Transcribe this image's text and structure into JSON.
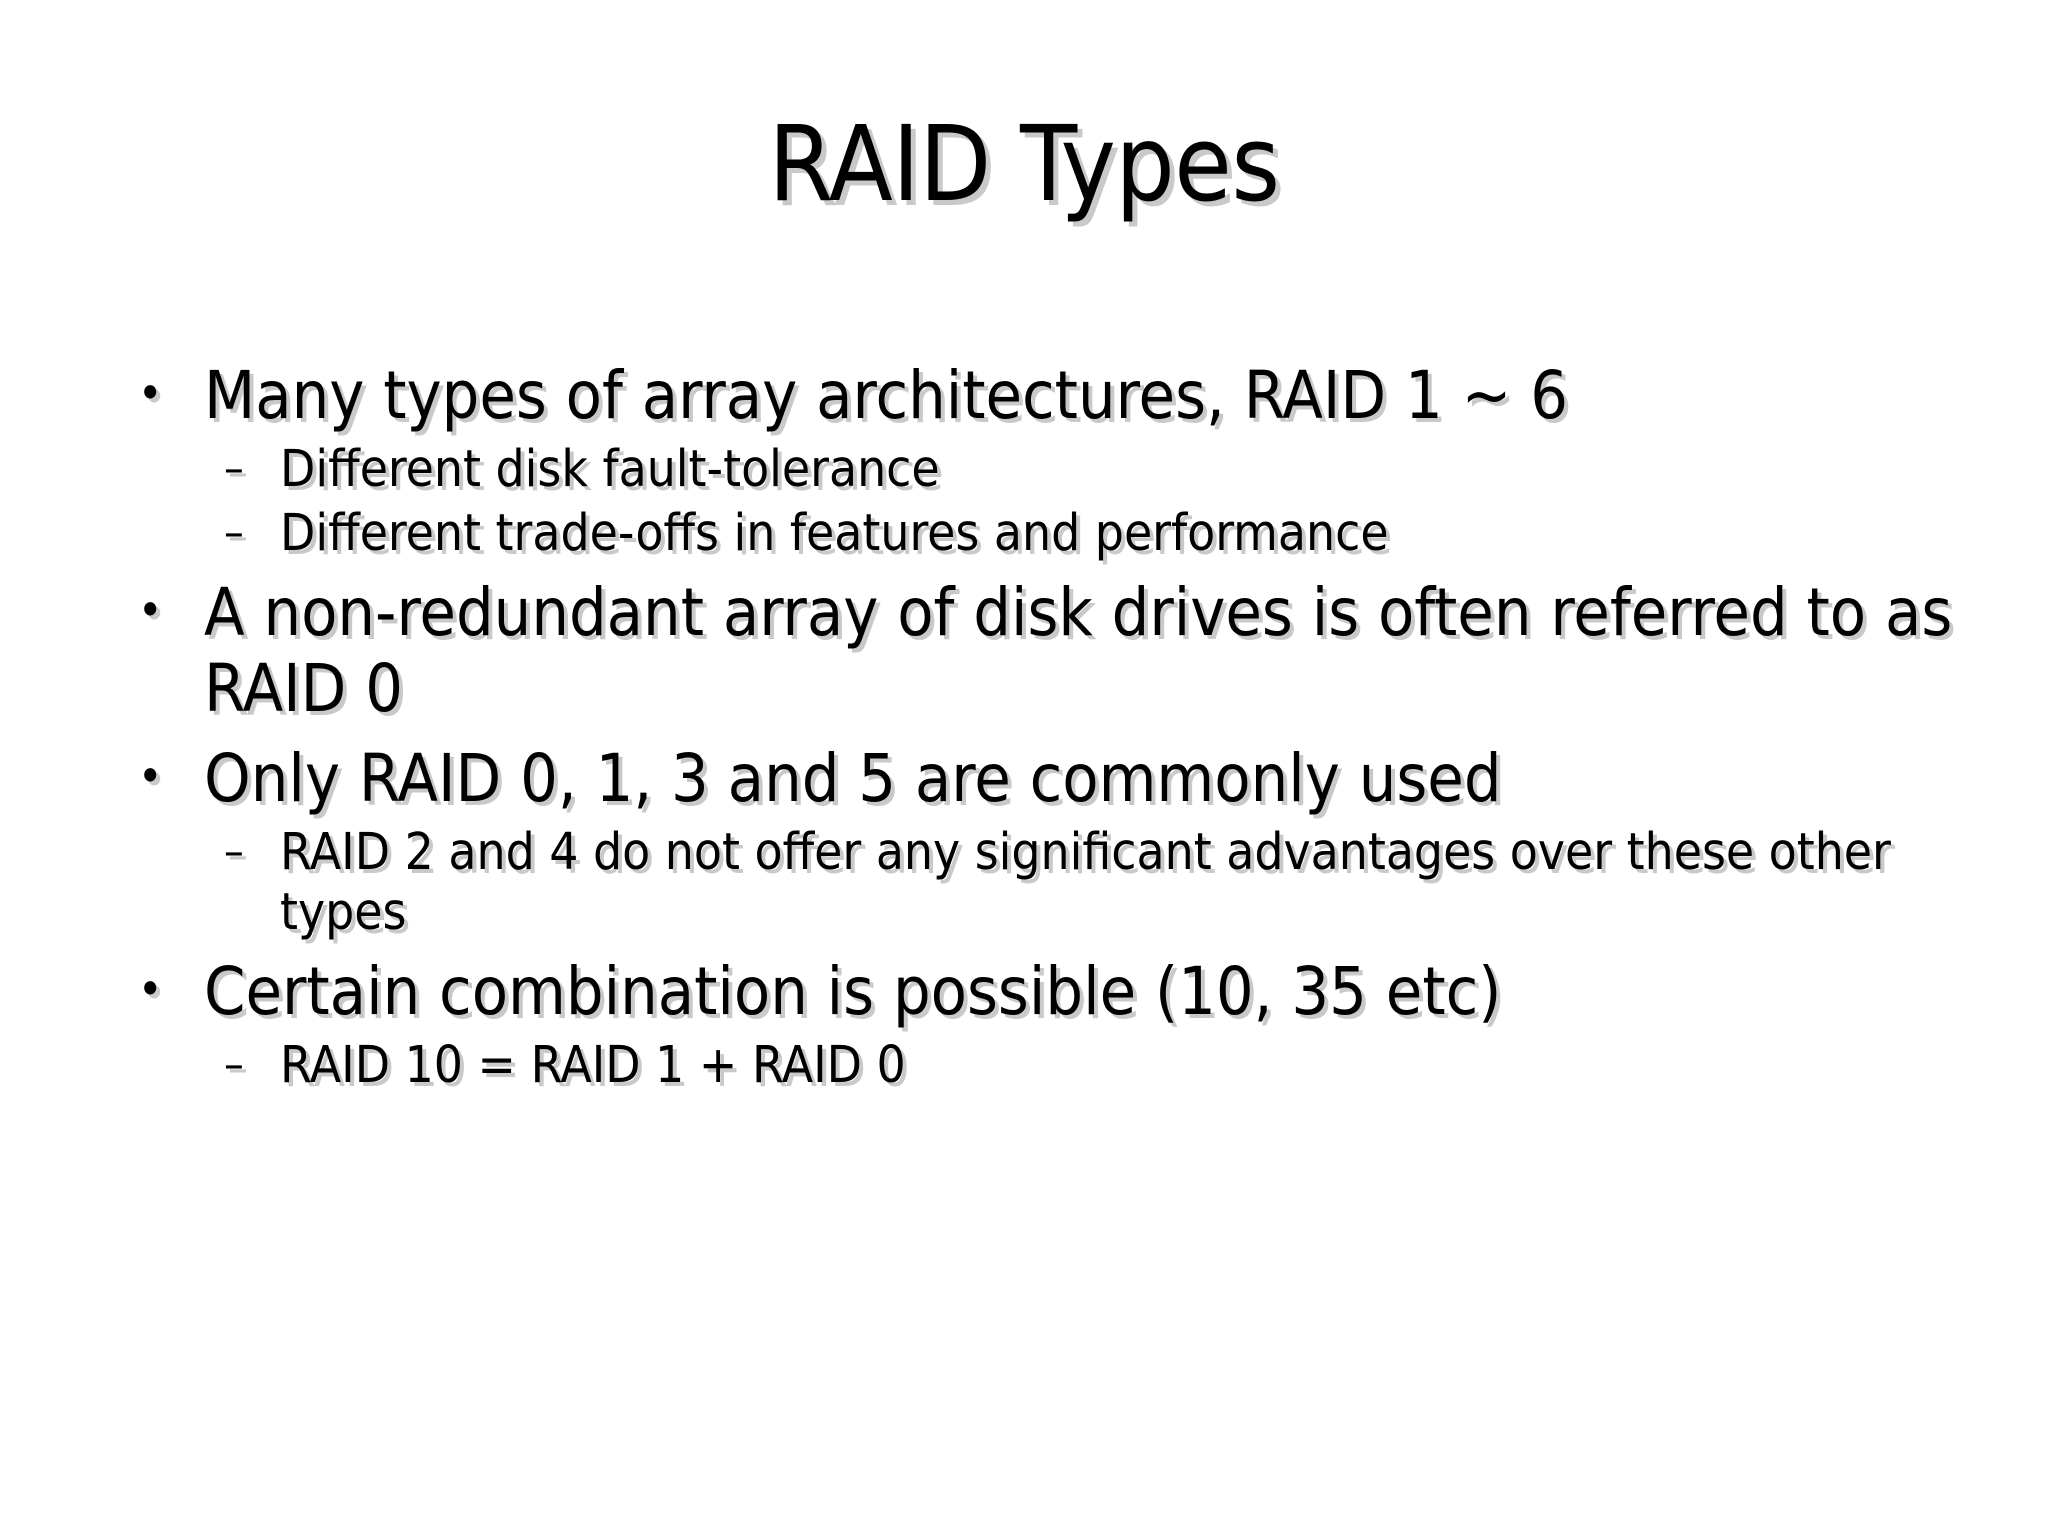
{
  "slide": {
    "title": "RAID Types",
    "background_color": "#ffffff",
    "text_color": "#000000",
    "shadow_color": "#c9c9c9",
    "bullet_marker": "•",
    "sub_bullet_marker": "–",
    "items": [
      {
        "level": 1,
        "text": "Many types of array architectures, RAID 1 ~ 6"
      },
      {
        "level": 2,
        "text": "Different disk fault-tolerance"
      },
      {
        "level": 2,
        "text": "Different trade-offs in features and performance"
      },
      {
        "level": 1,
        "text": "A non-redundant array of disk drives is often referred to as RAID 0"
      },
      {
        "level": 1,
        "text": "Only RAID 0, 1, 3 and 5 are commonly used"
      },
      {
        "level": 2,
        "text": "RAID 2 and 4 do not offer any significant advantages over these other types"
      },
      {
        "level": 1,
        "text": "Certain combination is possible (10, 35 etc)"
      },
      {
        "level": 2,
        "text": "RAID 10 = RAID 1 + RAID 0"
      }
    ]
  }
}
